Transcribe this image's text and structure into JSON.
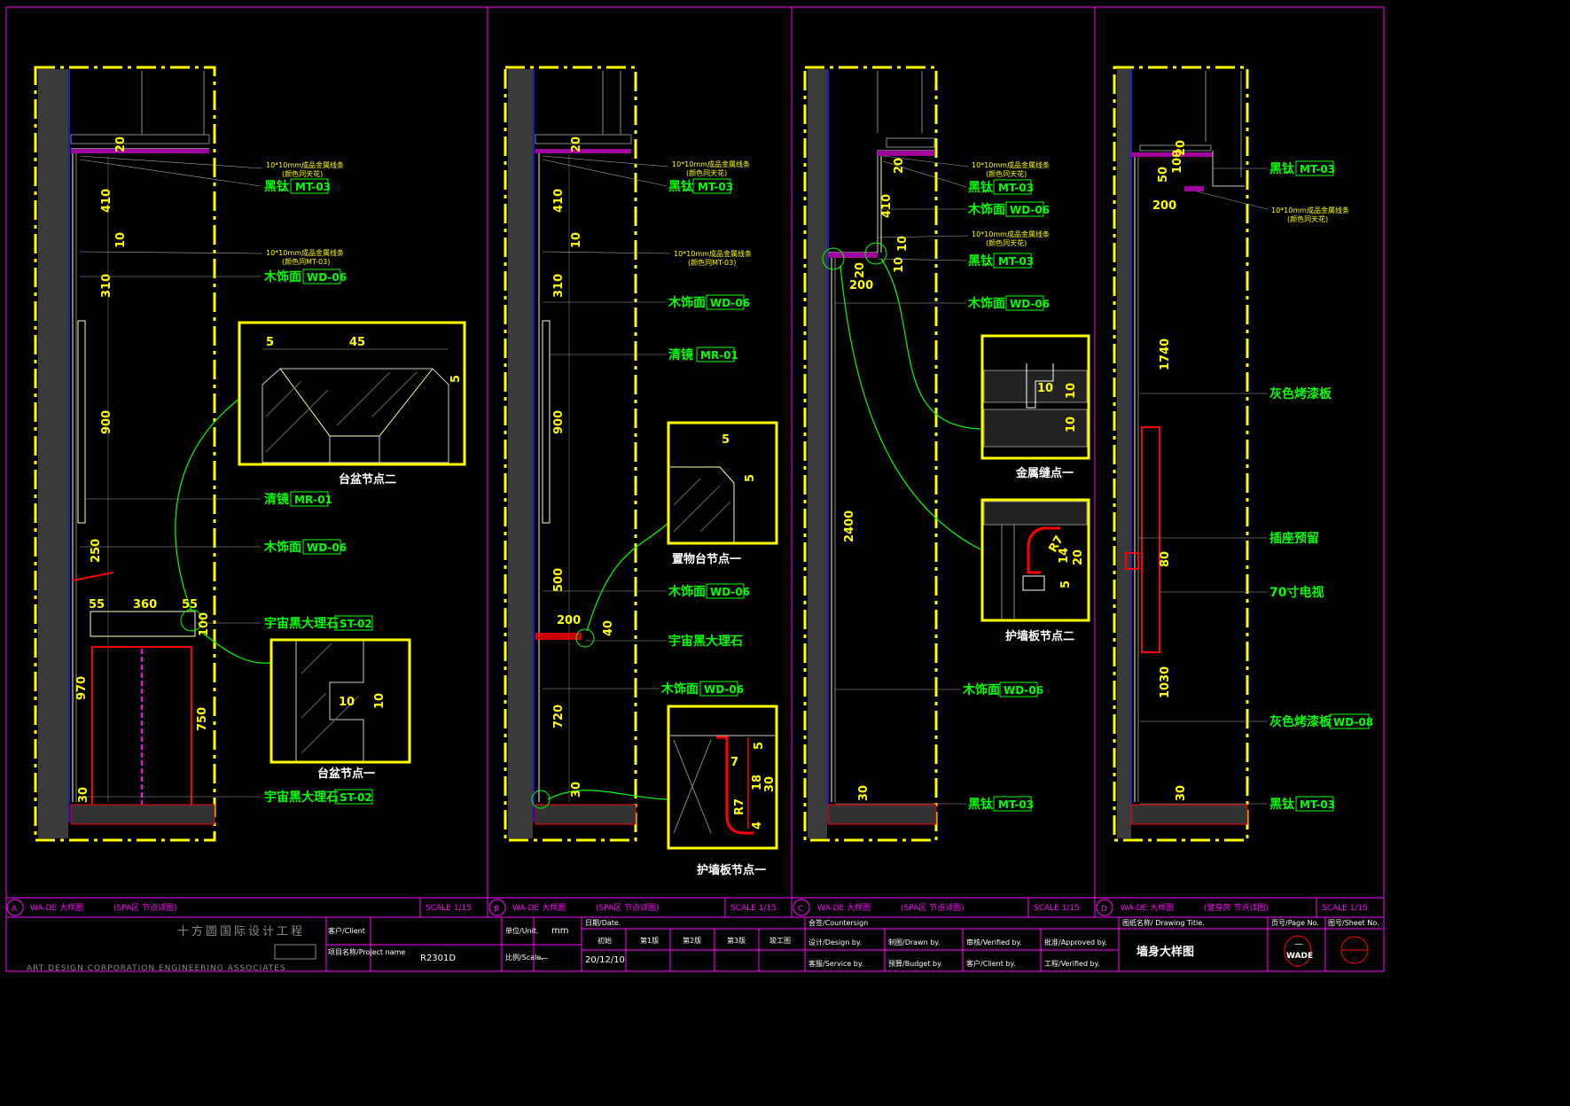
{
  "panels": [
    {
      "id": "A",
      "view_name": "WA-DE 大样图",
      "title": "(SPA区 节点详图)",
      "scale": "SCALE 1/15",
      "dims": [
        "20",
        "410",
        "10",
        "310",
        "900",
        "250",
        "55",
        "360",
        "55",
        "100",
        "970",
        "750",
        "30"
      ],
      "notes": [
        {
          "text": "10*10mm成品金属线条",
          "sub": "(颜色同天花)"
        },
        {
          "text": "10*10mm成品金属线条",
          "sub": "(颜色同MT-03)"
        }
      ],
      "labels": [
        {
          "text": "黑钛",
          "code": "MT-03"
        },
        {
          "text": "木饰面",
          "code": "WD-06"
        },
        {
          "text": "清镜",
          "code": "MR-01"
        },
        {
          "text": "木饰面",
          "code": "WD-06"
        },
        {
          "text": "宇宙黑大理石",
          "code": "ST-02"
        },
        {
          "text": "宇宙黑大理石",
          "code": "ST-02"
        }
      ]
    },
    {
      "id": "B",
      "view_name": "WA-DE 大样图",
      "title": "(SPA区 节点详图)",
      "scale": "SCALE 1/15",
      "dims": [
        "20",
        "410",
        "10",
        "310",
        "900",
        "500",
        "200",
        "40",
        "720",
        "30"
      ],
      "notes": [
        {
          "text": "10*10mm成品金属线条",
          "sub": "(颜色同天花)"
        },
        {
          "text": "10*10mm成品金属线条",
          "sub": "(颜色同MT-03)"
        }
      ],
      "labels": [
        {
          "text": "黑钛",
          "code": "MT-03"
        },
        {
          "text": "木饰面",
          "code": "WD-06"
        },
        {
          "text": "清镜",
          "code": "MR-01"
        },
        {
          "text": "木饰面",
          "code": "WD-06"
        },
        {
          "text": "宇宙黑大理石",
          "code": ""
        },
        {
          "text": "木饰面",
          "code": "WD-06"
        }
      ]
    },
    {
      "id": "C",
      "view_name": "WA-DE 大样图",
      "title": "(SPA区 节点详图)",
      "scale": "SCALE 1/15",
      "dims": [
        "20",
        "410",
        "10",
        "10",
        "20",
        "200",
        "2400",
        "30"
      ],
      "notes": [
        {
          "text": "10*10mm成品金属线条",
          "sub": "(颜色同天花)"
        },
        {
          "text": "10*10mm成品金属线条",
          "sub": "(颜色同天花)"
        }
      ],
      "labels": [
        {
          "text": "黑钛",
          "code": "MT-03"
        },
        {
          "text": "木饰面",
          "code": "WD-06"
        },
        {
          "text": "黑钛",
          "code": "MT-03"
        },
        {
          "text": "木饰面",
          "code": "WD-06"
        },
        {
          "text": "木饰面",
          "code": "WD-06"
        },
        {
          "text": "黑钛",
          "code": "MT-03"
        }
      ]
    },
    {
      "id": "D",
      "view_name": "WA-DE 大样图",
      "title": "(健身房 节点详图)",
      "scale": "SCALE 1/15",
      "dims": [
        "20",
        "100",
        "50",
        "200",
        "1740",
        "80",
        "1030",
        "30"
      ],
      "notes": [
        {
          "text": "10*10mm成品金属线条",
          "sub": "(颜色同天花)"
        }
      ],
      "labels": [
        {
          "text": "黑钛",
          "code": "MT-03"
        },
        {
          "text": "灰色烤漆板",
          "code": ""
        },
        {
          "text": "插座预留",
          "code": ""
        },
        {
          "text": "70寸电视",
          "code": ""
        },
        {
          "text": "灰色烤漆板",
          "code": "WD-08"
        },
        {
          "text": "黑钛",
          "code": "MT-03"
        }
      ]
    }
  ],
  "details": [
    {
      "name": "台盆节点二",
      "dims": [
        "5",
        "45",
        "5"
      ]
    },
    {
      "name": "台盆节点一",
      "dims": [
        "10",
        "10"
      ]
    },
    {
      "name": "置物台节点一",
      "dims": [
        "5",
        "5"
      ]
    },
    {
      "name": "护墙板节点一",
      "dims": [
        "5",
        "7",
        "18",
        "30",
        "R7",
        "4"
      ]
    },
    {
      "name": "金属缝点一",
      "dims": [
        "10",
        "10",
        "10"
      ]
    },
    {
      "name": "护墙板节点二",
      "dims": [
        "R7",
        "14",
        "20",
        "5"
      ]
    }
  ],
  "title_block": {
    "company_cn": "十方圆国际设计工程",
    "company_en": "ART DESIGN CORPORATION ENGINEERING ASSOCIATES",
    "client_label": "客户/Client",
    "project_label": "项目名称/Project name",
    "project_value": "R2301D",
    "unit_label": "单位/Unit.",
    "unit_value": "mm",
    "scale_label": "比例/Scale.",
    "scale_value": "—",
    "date_label": "日期/Date.",
    "date_value": "20/12/10",
    "stages": [
      "初始",
      "第1版",
      "第2版",
      "第3版",
      "竣工图"
    ],
    "countersign": "会签/Countersign",
    "design_label": "设计/Design by.",
    "service_label": "客服/Service by.",
    "drawn_label": "制图/Drawn by.",
    "budget_label": "预算/Budget by.",
    "verified_label": "审核/Verified by.",
    "client_by_label": "客户/Client by.",
    "approved_label": "批准/Approved by.",
    "verified2_label": "工程/Verified by.",
    "drawing_title_label": "图纸名称/ Drawing Title.",
    "drawing_title_value": "墙身大样图",
    "page_no_label": "页号/Page No.",
    "sheet_no_label": "图号/Sheet No.",
    "page_value": "—",
    "logo_text": "WADE"
  },
  "colors": {
    "frame": "#ffff00",
    "annotation": "#00ff00",
    "border": "#ff00ff",
    "accent": "#ff0000"
  }
}
